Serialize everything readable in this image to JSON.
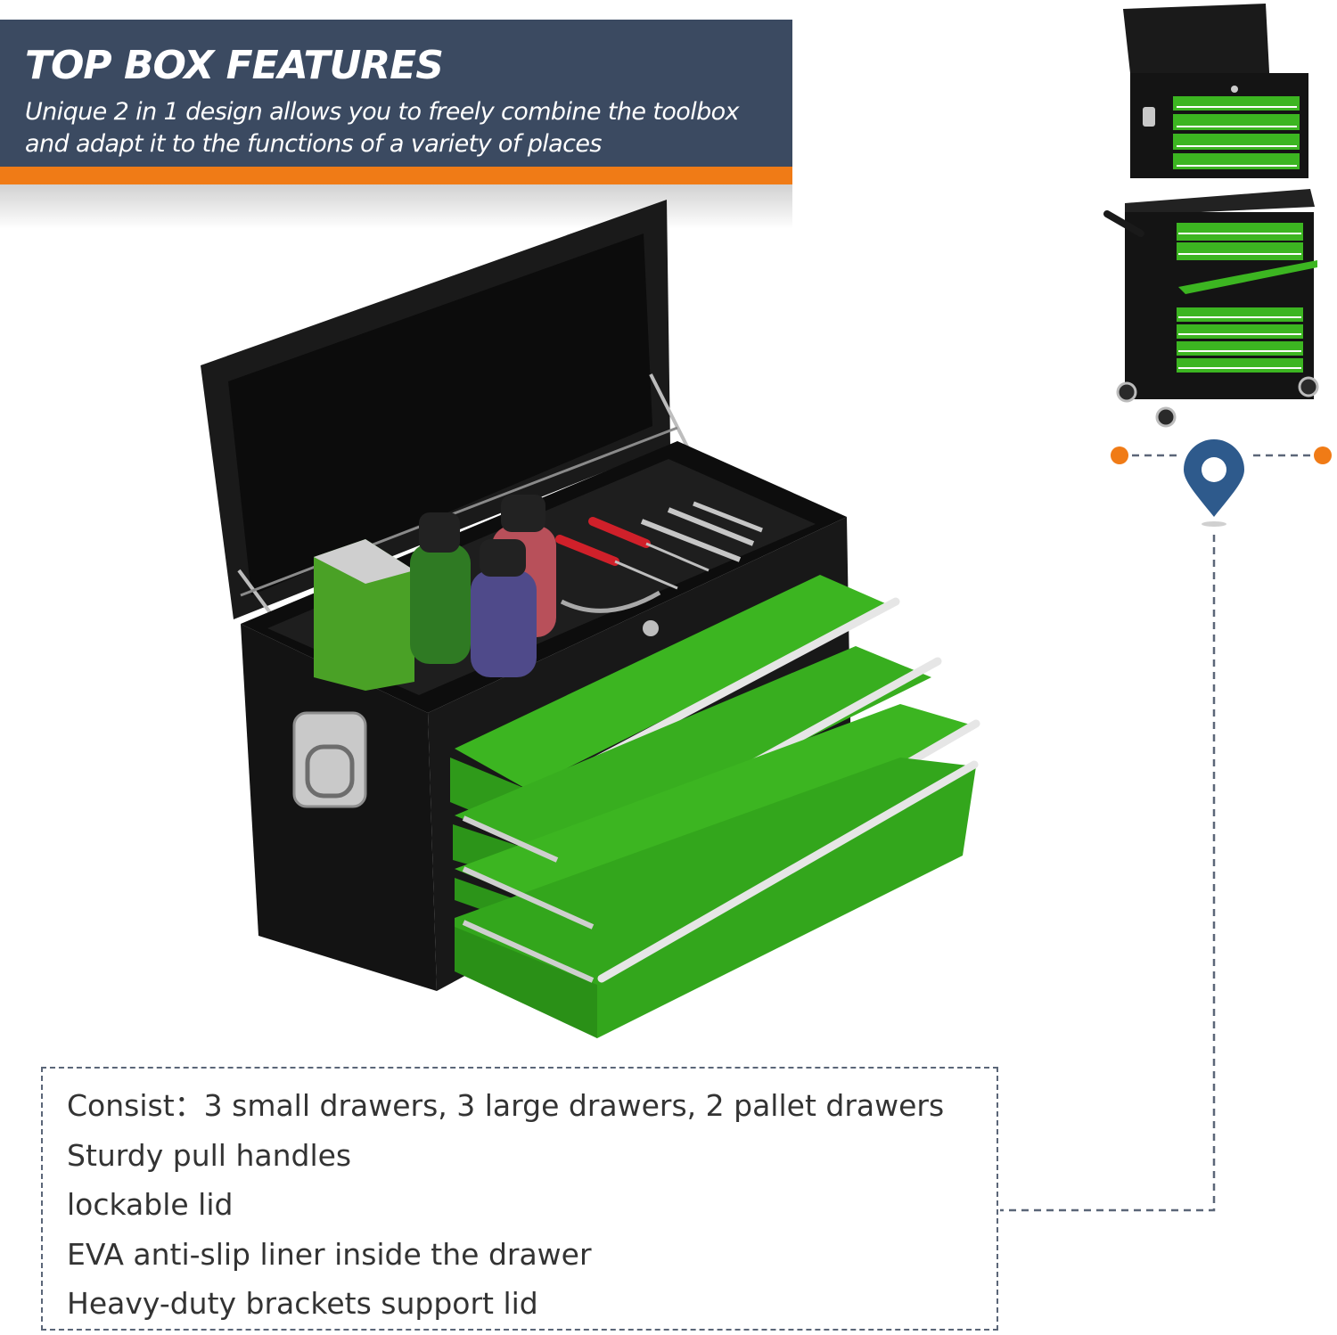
{
  "banner": {
    "title": "TOP BOX FEATURES",
    "subtitle_line1": "Unique 2 in 1 design allows you to freely combine the toolbox",
    "subtitle_line2": "and adapt it to the functions of a variety of places"
  },
  "features": [
    "Consist：3 small drawers, 3 large drawers, 2 pallet drawers",
    "Sturdy pull handles",
    "lockable lid",
    "EVA anti-slip liner inside the drawer",
    "Heavy-duty brackets support lid"
  ],
  "colors": {
    "banner_bg": "#3b4a61",
    "accent_orange": "#f07b16",
    "drawer_green": "#3cb521",
    "box_black": "#151515",
    "pin_blue": "#2e5a8c",
    "dashed_line": "#5b6678"
  }
}
